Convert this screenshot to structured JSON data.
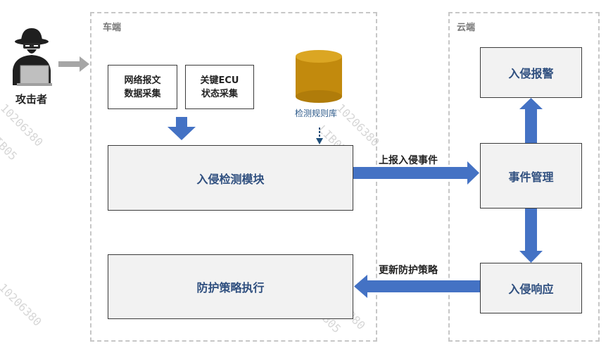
{
  "zones": {
    "vehicle": "车端",
    "cloud": "云端"
  },
  "attacker": {
    "label": "攻击者",
    "icon": "hacker-icon"
  },
  "collectors": {
    "network": "网络报文\n数据采集",
    "ecu": "关键ECU\n状态采集"
  },
  "rules_db": {
    "label": "检测规则库",
    "icon": "database-icon",
    "color": "#c28a0d"
  },
  "modules": {
    "detection": "入侵检测模块",
    "policy_exec": "防护策略执行"
  },
  "cloud_boxes": {
    "alarm": "入侵报警",
    "event_mgmt": "事件管理",
    "response": "入侵响应"
  },
  "arrows": {
    "report": "上报入侵事件",
    "update": "更新防护策略"
  },
  "watermarks": [
    "10206380",
    "LIB05"
  ],
  "colors": {
    "arrow_blue": "#4472c4",
    "box_fill": "#f2f2f2",
    "text_blue": "#2f4f7f"
  }
}
